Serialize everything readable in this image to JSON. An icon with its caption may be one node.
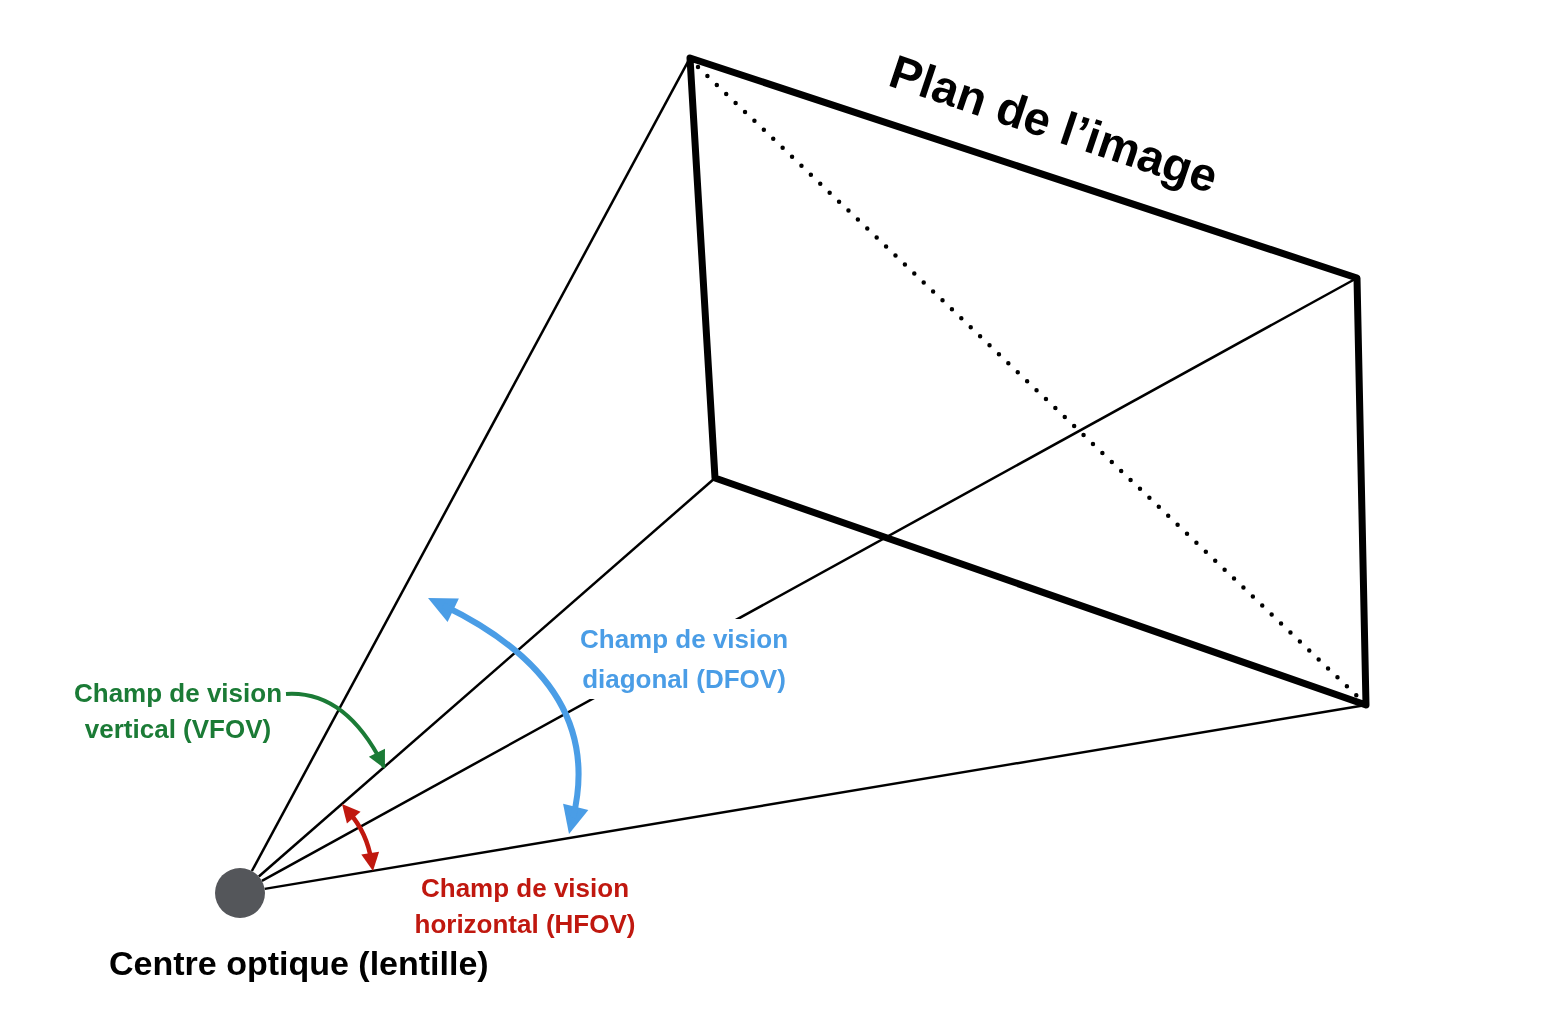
{
  "diagram": {
    "nodes": [
      {
        "text": [
          "Plan de l’image"
        ]
      },
      {
        "text": [],
        "shape": "circle",
        "beside": [
          "Centre optique (lentille)"
        ]
      },
      {
        "text": [
          "Champ de vision vertical (VFOV)"
        ]
      }
    ],
    "edges": [
      {
        "from": 1,
        "to": 0,
        "arrow": "none"
      },
      {
        "from": 1,
        "to": 0,
        "arrow": "none"
      },
      {
        "from": 1,
        "to": 0,
        "arrow": "none"
      },
      {
        "from": 1,
        "to": 0,
        "arrow": "none"
      },
      {
        "from": 2,
        "to": null,
        "arrow": "to",
        "color": "#1b7b36"
      }
    ],
    "labels": [
      "Champ de vision diagonal (DFOV)",
      "Champ de vision horizontal (HFOV)"
    ]
  }
}
